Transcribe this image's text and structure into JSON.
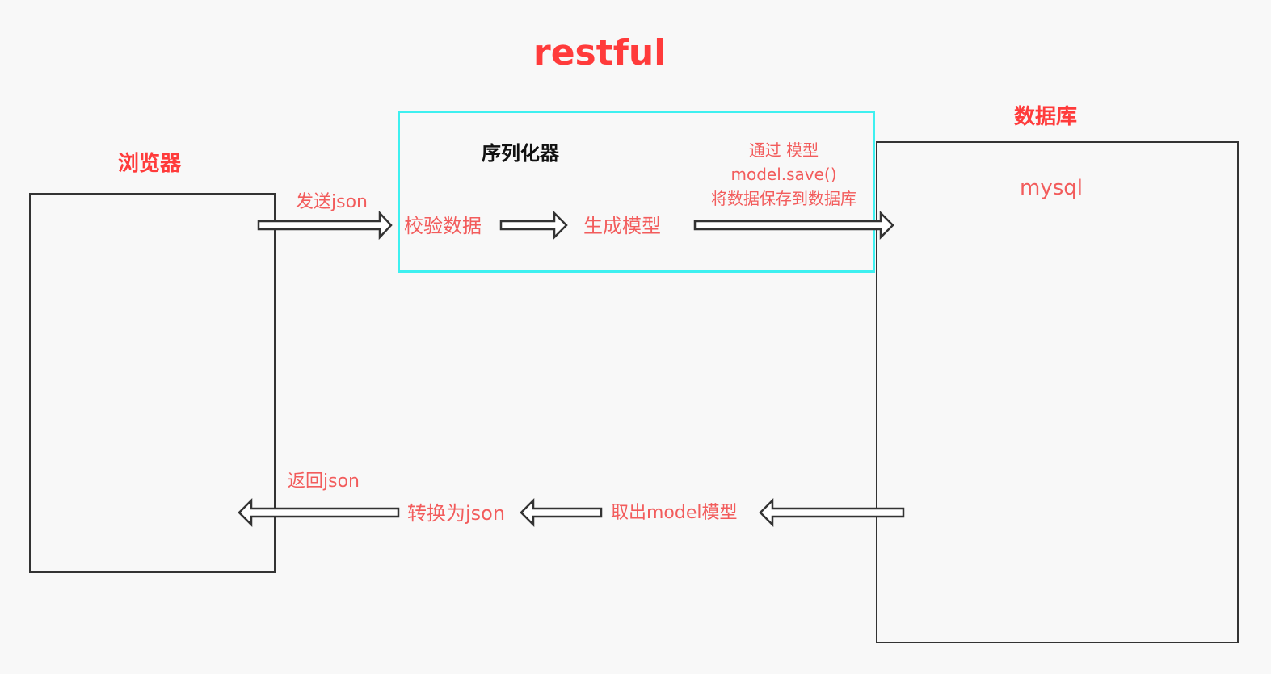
{
  "title": "restful",
  "browser": {
    "label": "浏览器"
  },
  "serializer": {
    "label": "序列化器"
  },
  "database": {
    "label": "数据库",
    "content": "mysql"
  },
  "flow_top": {
    "send": "发送json",
    "validate": "校验数据",
    "generate": "生成模型",
    "save_lines": [
      "通过 模型",
      "model.save()",
      "将数据保存到数据库"
    ]
  },
  "flow_bottom": {
    "return": "返回json",
    "convert": "转换为json",
    "fetch": "取出model模型"
  },
  "colors": {
    "title": "#ff3b3b",
    "label": "#f25c5c",
    "serializer_border": "#3ef0f0",
    "box_border": "#333333",
    "background": "#f8f8f8"
  }
}
